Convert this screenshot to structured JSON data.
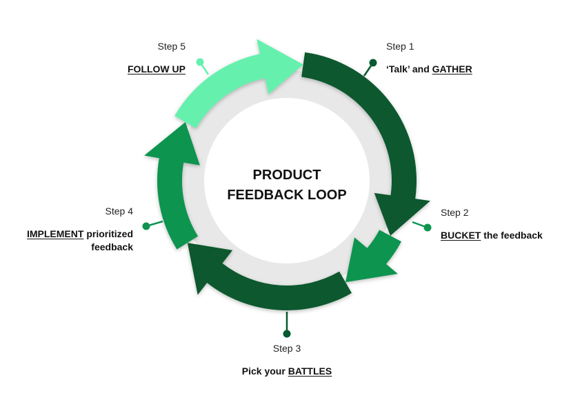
{
  "title": {
    "line1": "PRODUCT",
    "line2": "FEEDBACK LOOP"
  },
  "colors": {
    "light_green": "#66F0AE",
    "dark_green": "#07592F",
    "medium_green": "#0E9450",
    "inner_ring": "#E8E8E8",
    "center": "#FFFFFF"
  },
  "steps": [
    {
      "id": 1,
      "label": "Step 1",
      "desc_pre": "‘Talk’ and ",
      "desc_underlined": "GATHER",
      "desc_post": "",
      "color": "#07592F"
    },
    {
      "id": 2,
      "label": "Step 2",
      "desc_pre": "",
      "desc_underlined": "BUCKET",
      "desc_post": " the feedback",
      "color": "#0E9450"
    },
    {
      "id": 3,
      "label": "Step 3",
      "desc_pre": "Pick your ",
      "desc_underlined": "BATTLES",
      "desc_post": "",
      "color": "#07592F"
    },
    {
      "id": 4,
      "label": "Step 4",
      "desc_pre": "",
      "desc_underlined": "IMPLEMENT",
      "desc_post": " prioritized",
      "desc_line2": "feedback",
      "color": "#0E9450"
    },
    {
      "id": 5,
      "label": "Step 5",
      "desc_pre": "",
      "desc_underlined": "FOLLOW UP",
      "desc_post": "",
      "color": "#66F0AE"
    }
  ]
}
